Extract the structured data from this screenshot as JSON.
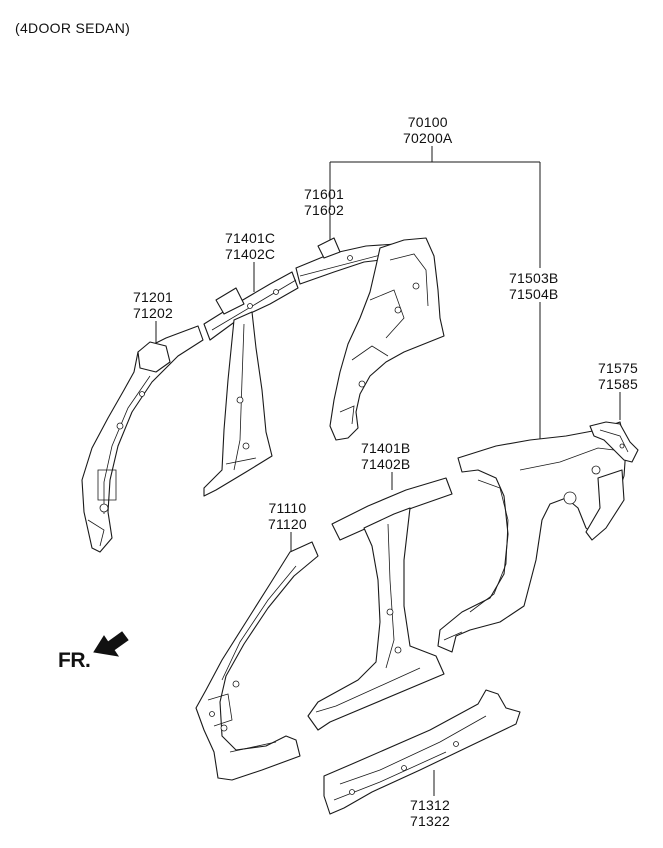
{
  "header": {
    "title": "(4DOOR SEDAN)"
  },
  "direction": {
    "label": "FR."
  },
  "callouts": [
    {
      "id": "assembly",
      "lines": [
        "70100",
        "70200A"
      ]
    },
    {
      "id": "roof-rail",
      "lines": [
        "71601",
        "71602"
      ]
    },
    {
      "id": "center-pillar-inner-upper",
      "lines": [
        "71401C",
        "71402C"
      ]
    },
    {
      "id": "front-pillar-inner",
      "lines": [
        "71201",
        "71202"
      ]
    },
    {
      "id": "quarter-outer",
      "lines": [
        "71503B",
        "71504B"
      ]
    },
    {
      "id": "rear-bracket",
      "lines": [
        "71575",
        "71585"
      ]
    },
    {
      "id": "center-pillar-outer",
      "lines": [
        "71401B",
        "71402B"
      ]
    },
    {
      "id": "front-pillar-outer",
      "lines": [
        "71110",
        "71120"
      ]
    },
    {
      "id": "side-sill",
      "lines": [
        "71312",
        "71322"
      ]
    }
  ]
}
